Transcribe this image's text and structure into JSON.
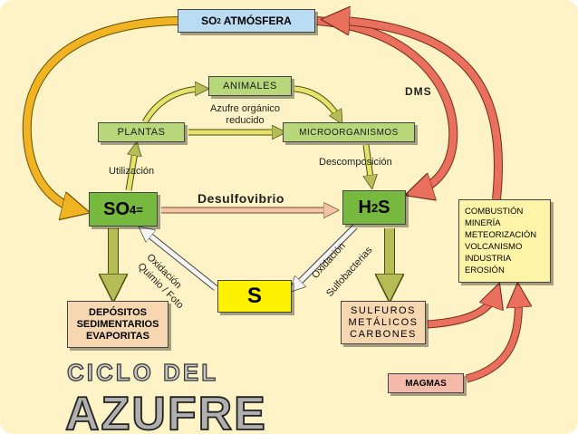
{
  "so2_box": {
    "label": "SO",
    "sub": "2",
    "suffix": " ATMÓSFERA"
  },
  "animales": "ANIMALES",
  "plantas": "PLANTAS",
  "microorganismos": "MICROORGANISMOS",
  "azufre_organico": [
    "Azufre orgánico",
    "reducido"
  ],
  "utilizacion": "Utilización",
  "descomposicion": "Descomposición",
  "desulfovibrio": "Desulfovibrio",
  "dms": "DMS",
  "so4": {
    "label": "SO",
    "sub": "4",
    "sup": "="
  },
  "h2s": {
    "label": "H",
    "sub": "2",
    "suffix": "S"
  },
  "s_box": "S",
  "oxidacion_left": "Oxidación",
  "quimio_foto": "Quimio / Foto",
  "oxidacion_right": "Oxidación",
  "sulfobacterias": "Sulfobacterias",
  "depositos": [
    "DEPÓSITOS",
    "SEDIMENTARIOS",
    "EVAPORITAS"
  ],
  "sulfuros": [
    "SULFUROS",
    "METÁLICOS",
    "CARBONES"
  ],
  "sources": [
    "COMBUSTIÓN",
    "MINERÍA",
    "METEORIZACIÓN",
    "VOLCANISMO",
    "INDUSTRIA",
    "EROSIÓN"
  ],
  "magmas": "MAGMAS",
  "title": [
    "CICLO DEL",
    "AZUFRE"
  ],
  "colors": {
    "background": "#fdf3c6",
    "so2_fill": "#b9dcf2",
    "green_fill": "#b8d77a",
    "so4_fill": "#77b83e",
    "s_fill": "#fff200",
    "peach_fill": "#f6d7b0",
    "source_fill": "#fef4a8",
    "magmas_fill": "#f4b9a9",
    "arrow_orange": "#f0b321",
    "arrow_red": "#e8705c",
    "arrow_olive": "#b7bd56",
    "title_fill": "#b0b0b0"
  }
}
